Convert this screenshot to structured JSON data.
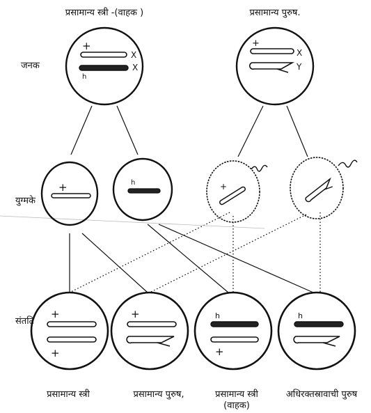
{
  "titles": {
    "female_parent": "प्रसामान्य स्त्री -(वाहक )",
    "male_parent": "प्रसामान्य पुरुष."
  },
  "row_labels": {
    "parents": "जनक",
    "gametes": "युग्मके",
    "offspring": "संतति"
  },
  "chromosome_marks": {
    "x": "X",
    "y": "Y",
    "normal": "+",
    "hemophilia": "h"
  },
  "offspring_labels": {
    "o1": "प्रसामान्य स्त्री",
    "o2": "प्रसामान्य पुरुष,",
    "o3_line1": "प्रसामान्य स्त्री",
    "o3_line2": "(वाहक)",
    "o4": "अधिरक्तस्रावाची पुरुष"
  }
}
